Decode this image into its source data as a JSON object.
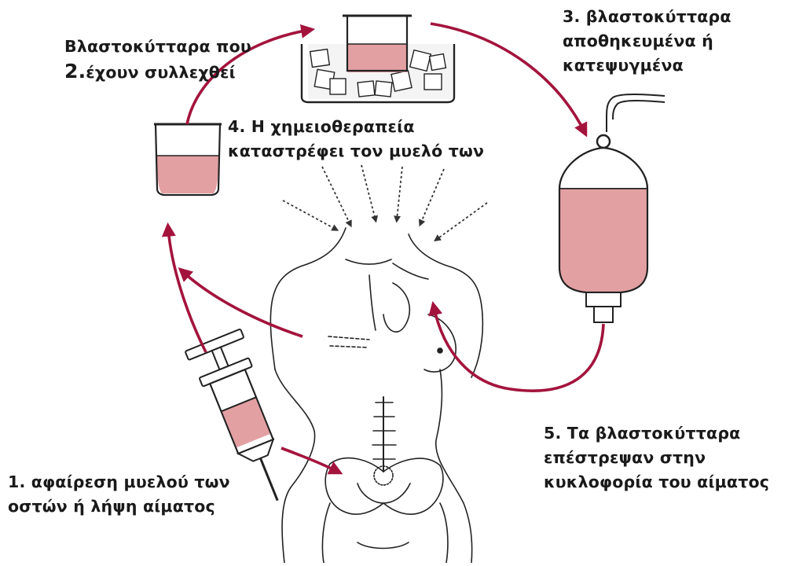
{
  "colors": {
    "arrow": "#a3143d",
    "fluid": "#e3a0a3",
    "ink": "#222222"
  },
  "steps": {
    "step1": {
      "line1": "1. αφαίρεση μυελού των",
      "line2": "οστών ή λήψη αίματος"
    },
    "step2": {
      "line1": "Βλαστοκύτταρα που",
      "number": "2.",
      "line2": "έχουν συλλεχθεί"
    },
    "step3": {
      "line1": "3. βλαστοκύτταρα",
      "line2": "αποθηκευμένα ή",
      "line3": "κατεψυγμένα"
    },
    "step4": {
      "line1": "4. Η χημειοθεραπεία",
      "line2": "καταστρέφει τον μυελό των"
    },
    "step5": {
      "line1": "5. Τα βλαστοκύτταρα",
      "line2": "επέστρεψαν στην",
      "line3": "κυκλοφορία του αίματος"
    }
  },
  "icons": [
    "syringe-icon",
    "beaker-icon",
    "ice-bath-icon",
    "iv-bag-icon",
    "human-torso-illustration"
  ]
}
